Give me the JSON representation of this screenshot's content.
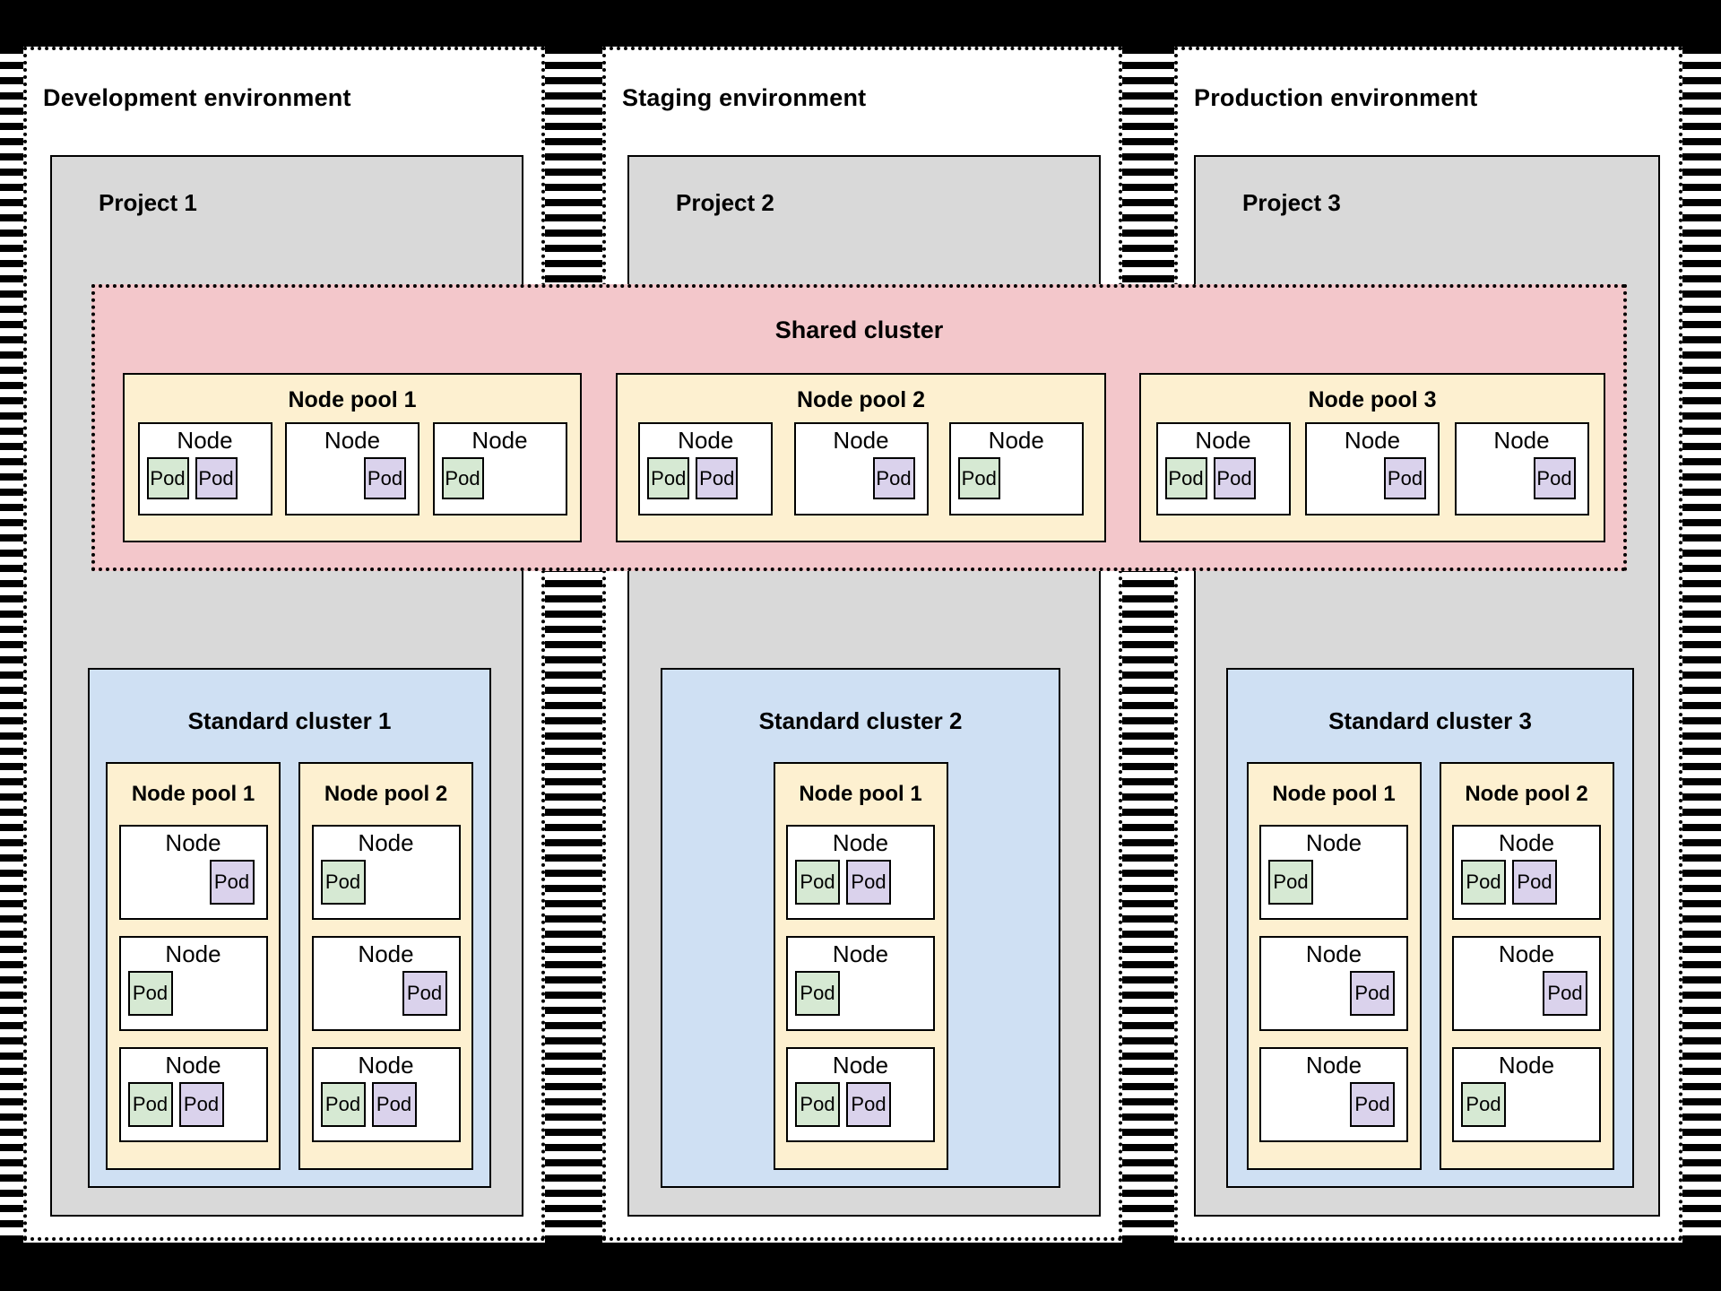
{
  "colors": {
    "background": "#ffffff",
    "frame": "#000000",
    "project_fill": "#d9d9d9",
    "shared_cluster_fill": "#f3c7cb",
    "node_pool_fill": "#fdf0d0",
    "standard_cluster_fill": "#cfe0f3",
    "node_fill": "#ffffff",
    "pod_green": "#d6e9d3",
    "pod_purple": "#dad2ec"
  },
  "labels": {
    "node": "Node",
    "pod": "Pod"
  },
  "environments": [
    {
      "title": "Development environment",
      "project": "Project 1"
    },
    {
      "title": "Staging environment",
      "project": "Project 2"
    },
    {
      "title": "Production environment",
      "project": "Project 3"
    }
  ],
  "shared_cluster": {
    "title": "Shared cluster",
    "node_pools": [
      {
        "label": "Node pool 1",
        "nodes": [
          {
            "pods": [
              "green",
              "purple"
            ],
            "align": "left"
          },
          {
            "pods": [
              "purple"
            ],
            "align": "right"
          },
          {
            "pods": [
              "green"
            ],
            "align": "left"
          }
        ]
      },
      {
        "label": "Node pool 2",
        "nodes": [
          {
            "pods": [
              "green",
              "purple"
            ],
            "align": "left"
          },
          {
            "pods": [
              "purple"
            ],
            "align": "right"
          },
          {
            "pods": [
              "green"
            ],
            "align": "left"
          }
        ]
      },
      {
        "label": "Node pool 3",
        "nodes": [
          {
            "pods": [
              "green",
              "purple"
            ],
            "align": "left"
          },
          {
            "pods": [
              "purple"
            ],
            "align": "right"
          },
          {
            "pods": [
              "purple"
            ],
            "align": "right"
          }
        ]
      }
    ]
  },
  "standard_clusters": [
    {
      "title": "Standard cluster 1",
      "node_pools": [
        {
          "label": "Node pool 1",
          "nodes": [
            {
              "pods": [
                "purple"
              ],
              "align": "right"
            },
            {
              "pods": [
                "green"
              ],
              "align": "left"
            },
            {
              "pods": [
                "green",
                "purple"
              ],
              "align": "left"
            }
          ]
        },
        {
          "label": "Node pool 2",
          "nodes": [
            {
              "pods": [
                "green"
              ],
              "align": "left"
            },
            {
              "pods": [
                "purple"
              ],
              "align": "right"
            },
            {
              "pods": [
                "green",
                "purple"
              ],
              "align": "left"
            }
          ]
        }
      ]
    },
    {
      "title": "Standard cluster 2",
      "node_pools": [
        {
          "label": "Node pool 1",
          "nodes": [
            {
              "pods": [
                "green",
                "purple"
              ],
              "align": "left"
            },
            {
              "pods": [
                "green"
              ],
              "align": "left"
            },
            {
              "pods": [
                "green",
                "purple"
              ],
              "align": "left"
            }
          ]
        }
      ]
    },
    {
      "title": "Standard cluster 3",
      "node_pools": [
        {
          "label": "Node pool 1",
          "nodes": [
            {
              "pods": [
                "green"
              ],
              "align": "left"
            },
            {
              "pods": [
                "purple"
              ],
              "align": "right"
            },
            {
              "pods": [
                "purple"
              ],
              "align": "right"
            }
          ]
        },
        {
          "label": "Node pool 2",
          "nodes": [
            {
              "pods": [
                "green",
                "purple"
              ],
              "align": "left"
            },
            {
              "pods": [
                "purple"
              ],
              "align": "right"
            },
            {
              "pods": [
                "green"
              ],
              "align": "left"
            }
          ]
        }
      ]
    }
  ]
}
